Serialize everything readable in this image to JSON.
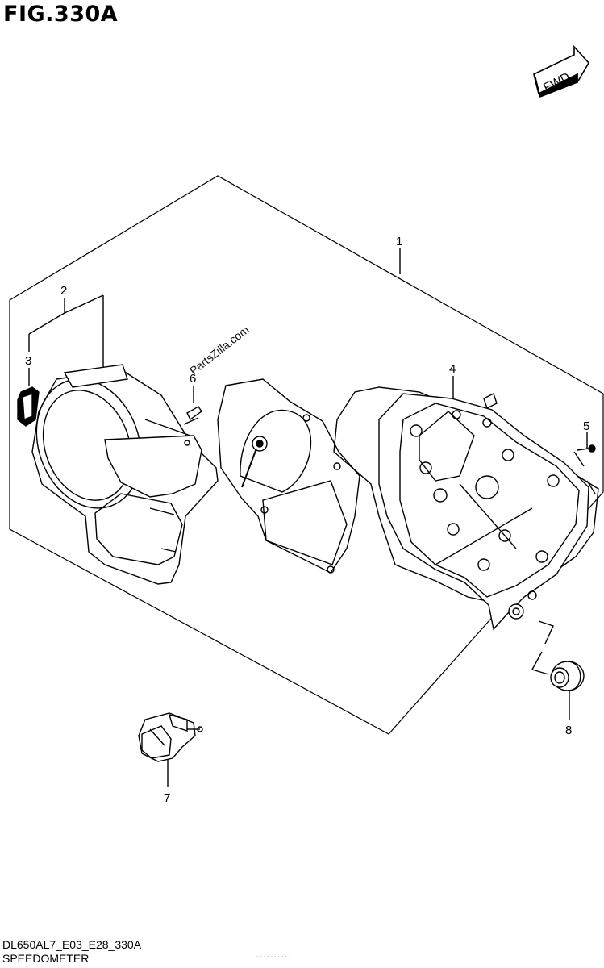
{
  "figure": {
    "title": "FIG.330A",
    "fwd_label": "FWD"
  },
  "callouts": [
    {
      "id": "1",
      "label": "1"
    },
    {
      "id": "2",
      "label": "2"
    },
    {
      "id": "3",
      "label": "3"
    },
    {
      "id": "4",
      "label": "4"
    },
    {
      "id": "5",
      "label": "5"
    },
    {
      "id": "6",
      "label": "6"
    },
    {
      "id": "7",
      "label": "7"
    },
    {
      "id": "8",
      "label": "8"
    }
  ],
  "watermark": "PartsZilla.com",
  "footer": {
    "model_code": "DL650AL7_E03_E28_330A",
    "section_name": "SPEEDOMETER",
    "small_mark": "· · · · · ·  · · · ·"
  }
}
